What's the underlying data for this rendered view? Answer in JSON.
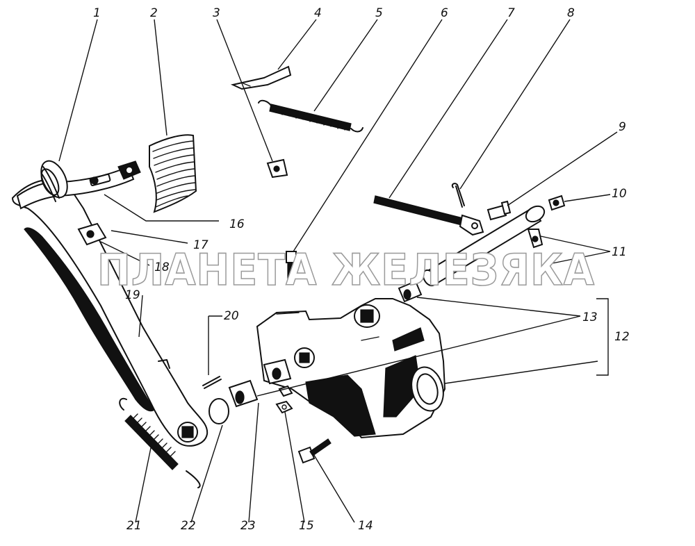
{
  "figure": {
    "callouts": [
      "1",
      "2",
      "3",
      "4",
      "5",
      "6",
      "7",
      "8",
      "9",
      "10",
      "11",
      "12",
      "13",
      "14",
      "15",
      "16",
      "17",
      "18",
      "19",
      "20",
      "21",
      "22",
      "23"
    ]
  },
  "watermark": {
    "text": "ПЛАНЕТА ЖЕЛЕЗЯКА"
  }
}
